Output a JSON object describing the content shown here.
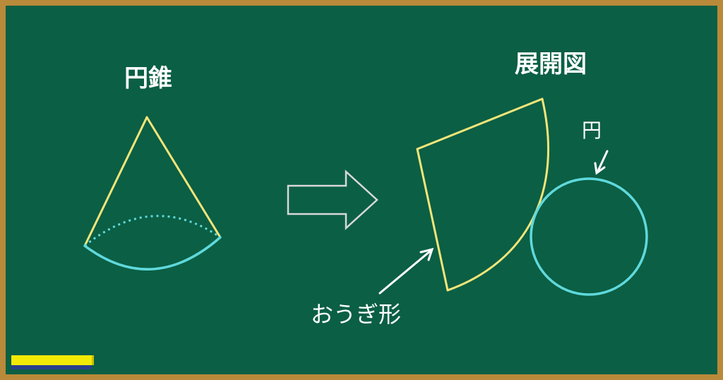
{
  "cone": {
    "title": "円錐"
  },
  "net": {
    "title": "展開図",
    "sector_label": "おうぎ形",
    "circle_label": "円"
  },
  "colors": {
    "board": "#0b5f44",
    "frame": "#b98a3a",
    "cone_edge": "#f3e57a",
    "circle_edge": "#5fd9dc",
    "text": "#ffffff"
  },
  "icons": {
    "transform_arrow": "right-arrow-outline-icon",
    "pointer": "pointer-arrow-icon",
    "chalk": "chalk-icon"
  }
}
